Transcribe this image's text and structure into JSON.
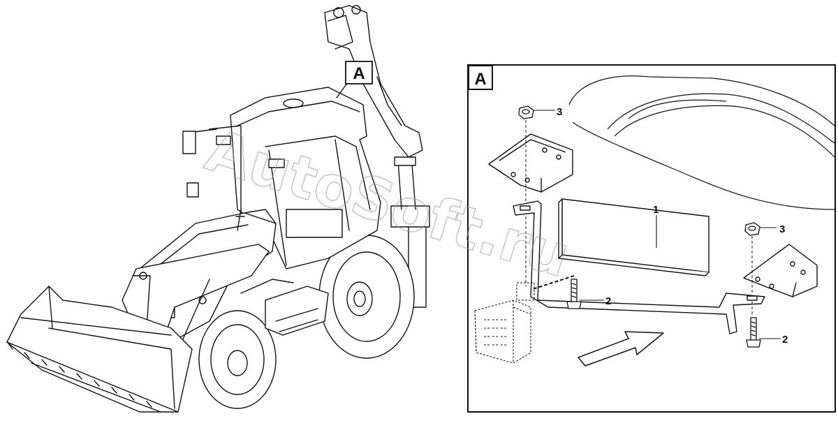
{
  "overview": {
    "view_label": "A"
  },
  "detail": {
    "view_label": "A",
    "callouts": [
      {
        "id": "plate",
        "number": "1"
      },
      {
        "id": "bolt-right",
        "number": "2"
      },
      {
        "id": "bolt-left",
        "number": "2"
      },
      {
        "id": "nut-left",
        "number": "3"
      },
      {
        "id": "nut-right",
        "number": "3"
      }
    ]
  },
  "watermark": {
    "text": "AutoSoft.ru"
  },
  "colors": {
    "line": "#111111",
    "watermark": "#9a9a9a",
    "background": "#ffffff"
  }
}
